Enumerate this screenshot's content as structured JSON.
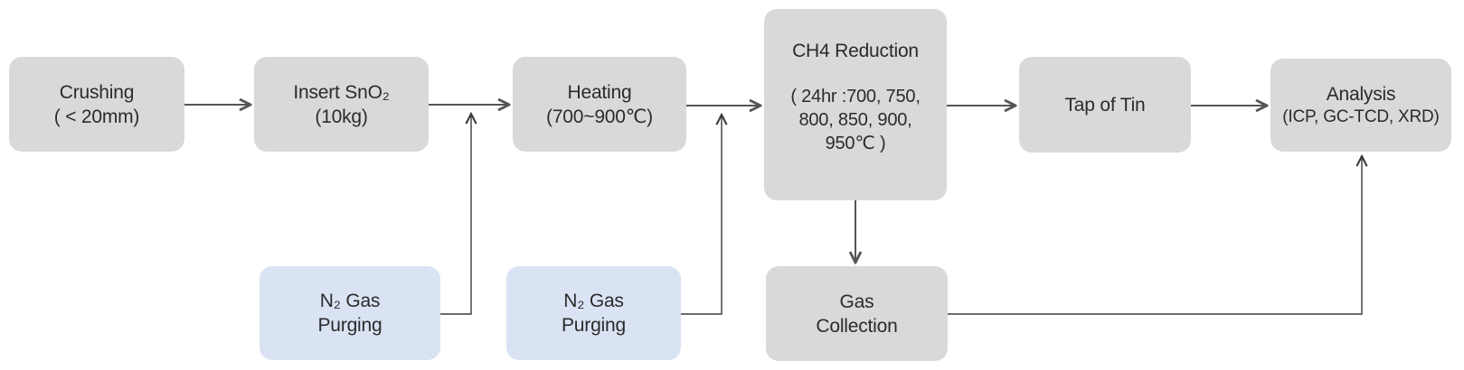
{
  "title": "Tin oxide methane-reduction process flowchart",
  "colors": {
    "box_gray": "#d9d9d9",
    "box_blue": "#dae3f3",
    "arrow_main": "#555555",
    "arrow_thin": "#3a3a3a",
    "text": "#2b2b2b"
  },
  "nodes": {
    "crushing": {
      "lines": [
        "Crushing",
        "( < 20mm)"
      ]
    },
    "insert_sno2": {
      "lines": [
        "Insert SnO₂",
        "(10kg)"
      ]
    },
    "heating": {
      "lines": [
        "Heating",
        "(700~900℃)"
      ]
    },
    "ch4_reduction": {
      "title": "CH4 Reduction",
      "body": [
        "( 24hr :700, 750,",
        "800, 850, 900,",
        "950℃ )"
      ]
    },
    "tap_of_tin": {
      "lines": [
        "Tap of Tin"
      ]
    },
    "analysis": {
      "title": "Analysis",
      "subtitle": "(ICP, GC-TCD, XRD)"
    },
    "n2_purging_1": {
      "lines": [
        "N₂ Gas",
        "Purging"
      ]
    },
    "n2_purging_2": {
      "lines": [
        "N₂ Gas",
        "Purging"
      ]
    },
    "gas_collection": {
      "lines": [
        "Gas",
        "Collection"
      ]
    }
  },
  "connections": [
    {
      "from": "crushing",
      "to": "insert_sno2"
    },
    {
      "from": "insert_sno2",
      "to": "heating"
    },
    {
      "from": "heating",
      "to": "ch4_reduction"
    },
    {
      "from": "ch4_reduction",
      "to": "tap_of_tin"
    },
    {
      "from": "tap_of_tin",
      "to": "analysis"
    },
    {
      "from": "ch4_reduction",
      "to": "gas_collection"
    },
    {
      "from": "gas_collection",
      "to": "analysis"
    },
    {
      "from": "n2_purging_1",
      "to": "insert_sno2-heating flow line"
    },
    {
      "from": "n2_purging_2",
      "to": "heating-ch4_reduction flow line"
    }
  ]
}
